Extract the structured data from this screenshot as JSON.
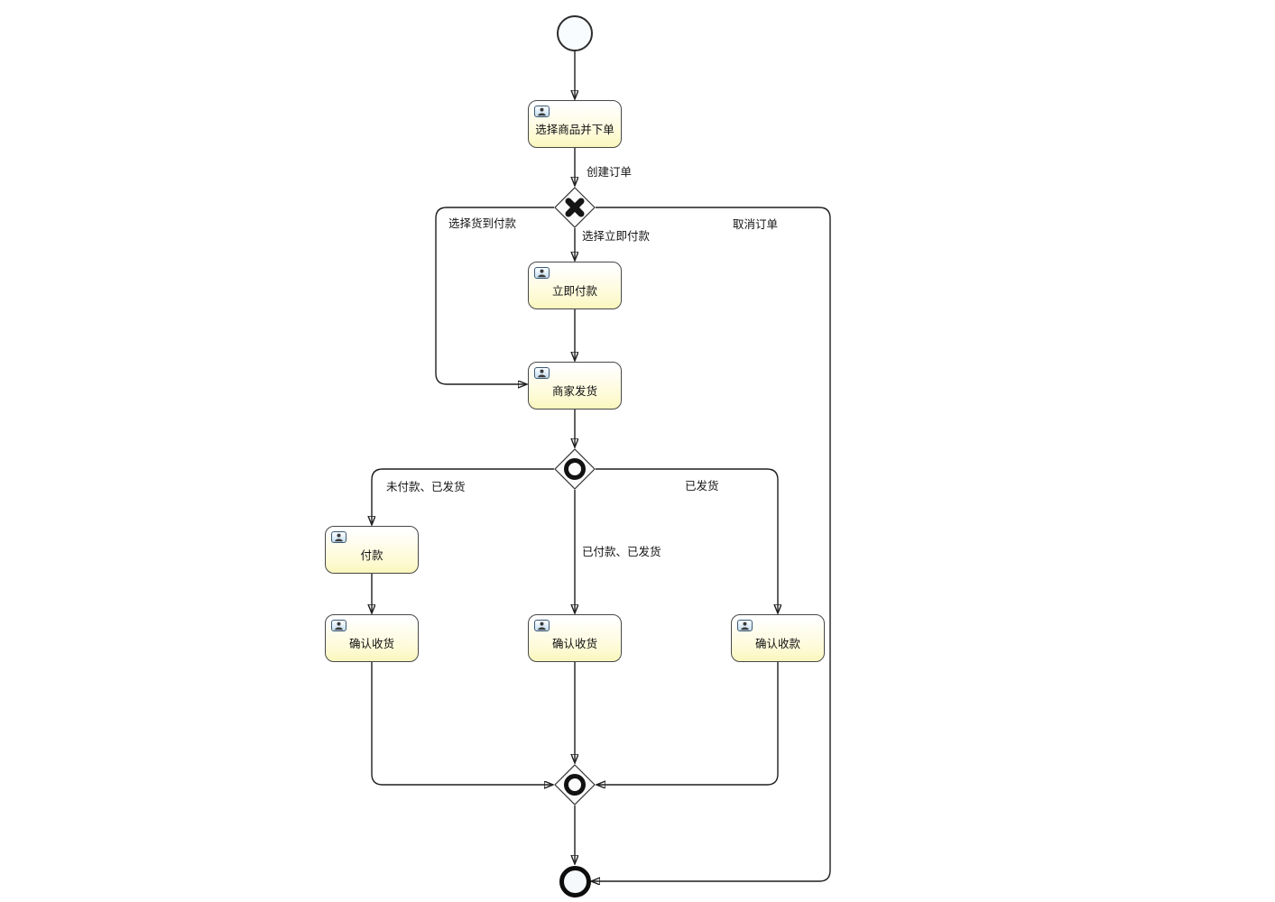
{
  "diagram": {
    "type": "bpmn-process",
    "tasks": [
      {
        "id": "select-product-order",
        "label": "选择商品并下单",
        "icon": "user-task-icon"
      },
      {
        "id": "pay-immediately",
        "label": "立即付款",
        "icon": "user-task-icon"
      },
      {
        "id": "merchant-ship",
        "label": "商家发货",
        "icon": "user-task-icon"
      },
      {
        "id": "pay",
        "label": "付款",
        "icon": "user-task-icon"
      },
      {
        "id": "confirm-receipt-left",
        "label": "确认收货",
        "icon": "user-task-icon"
      },
      {
        "id": "confirm-receipt-mid",
        "label": "确认收货",
        "icon": "user-task-icon"
      },
      {
        "id": "confirm-collection",
        "label": "确认收款",
        "icon": "user-task-icon"
      }
    ],
    "gateways": [
      {
        "id": "order-choice-gateway",
        "type": "exclusive-xor"
      },
      {
        "id": "ship-split-gateway",
        "type": "inclusive-or"
      },
      {
        "id": "merge-gateway",
        "type": "inclusive-or"
      }
    ],
    "events": [
      {
        "id": "start-event",
        "type": "start"
      },
      {
        "id": "end-event",
        "type": "end"
      }
    ],
    "edge_labels": [
      {
        "id": "create-order",
        "text": "创建订单"
      },
      {
        "id": "choose-cod",
        "text": "选择货到付款"
      },
      {
        "id": "choose-pay-now",
        "text": "选择立即付款"
      },
      {
        "id": "cancel-order",
        "text": "取消订单"
      },
      {
        "id": "unpaid-shipped",
        "text": "未付款、已发货"
      },
      {
        "id": "paid-shipped",
        "text": "已付款、已发货"
      },
      {
        "id": "shipped",
        "text": "已发货"
      }
    ],
    "colors": {
      "task_fill_top": "#ffffff",
      "task_fill_bottom": "#faf6bc",
      "task_border": "#474747",
      "connector": "#1f1f1f",
      "gateway_fill": "#fbfbfb",
      "event_fill": "#f9fcff",
      "user_icon_fill": "#c4dcef"
    }
  }
}
